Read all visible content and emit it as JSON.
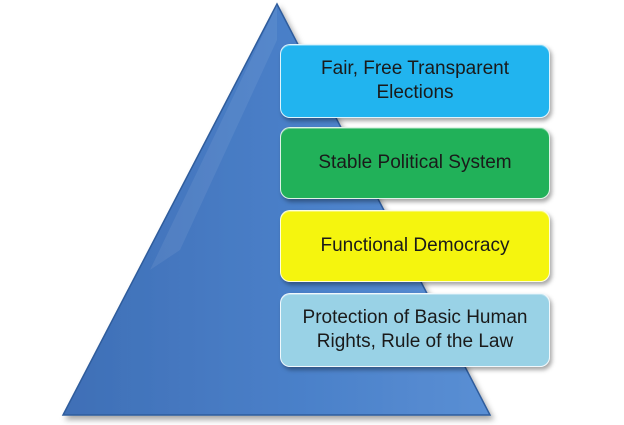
{
  "pyramid": {
    "color": "#4a7fc8",
    "levels": [
      {
        "label": "Fair, Free Transparent Elections",
        "color": "#21b4ef"
      },
      {
        "label": "Stable Political System",
        "color": "#21b159"
      },
      {
        "label": "Functional Democracy",
        "color": "#f5f50e"
      },
      {
        "label": "Protection of  Basic Human Rights,  Rule of the Law",
        "color": "#99d2e6"
      }
    ]
  }
}
